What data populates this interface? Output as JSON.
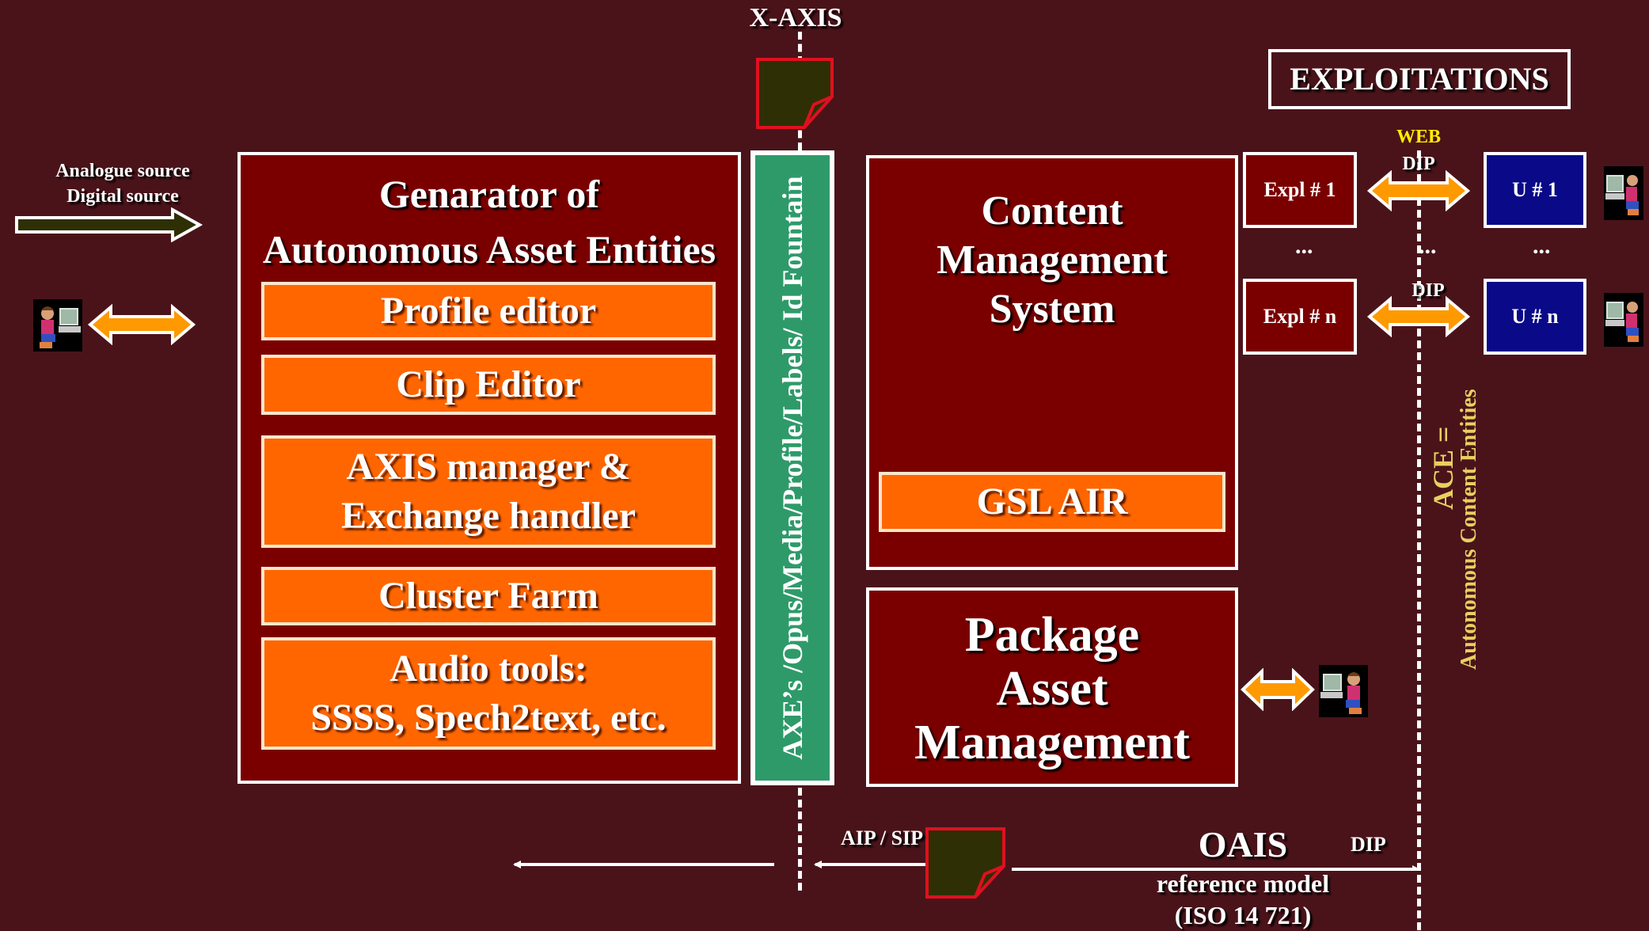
{
  "x_axis_label": "X-AXIS",
  "source": {
    "line1": "Analogue source",
    "line2": "Digital source"
  },
  "generator": {
    "title_line1": "Genarator of",
    "title_line2": "Autonomous Asset Entities",
    "items": [
      {
        "line1": "Profile editor",
        "line2": ""
      },
      {
        "line1": "Clip Editor",
        "line2": ""
      },
      {
        "line1": "AXIS manager &",
        "line2": "Exchange handler"
      },
      {
        "line1": "Cluster Farm",
        "line2": ""
      },
      {
        "line1": "Audio tools:",
        "line2": "SSSS, Spech2text, etc."
      }
    ]
  },
  "axe_bar_label": "AXE’s /Opus/Media/Profile/Labels/ Id Fountain",
  "cms": {
    "line1": "Content",
    "line2": "Management",
    "line3": "System",
    "sub": "GSL AIR"
  },
  "pam": {
    "line1": "Package",
    "line2": "Asset",
    "line3": "Management"
  },
  "exploitations": "EXPLOITATIONS",
  "web_label": "WEB",
  "dip_label": "DIP",
  "expl1": "Expl # 1",
  "expln": "Expl # n",
  "u1": "U # 1",
  "un": "U # n",
  "ellipsis": "...",
  "ace": {
    "prefix": "ACE =",
    "text": "Autonomous Content Entities"
  },
  "bottom": {
    "aip_sip": "AIP / SIP",
    "oais": "OAIS",
    "dip": "DIP",
    "ref_line1": "reference model",
    "ref_line2": "(ISO 14 721)"
  },
  "colors": {
    "background": "#4a131a",
    "box_red": "#7a0000",
    "box_orange": "#ff6600",
    "bar_green": "#2e9a6a",
    "user_blue": "#0a0a88",
    "arrow_orange": "#ff9900",
    "ace_yellow": "#e8d060"
  }
}
